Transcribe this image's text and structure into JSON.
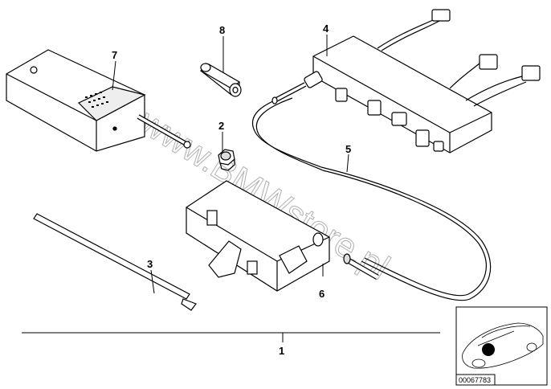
{
  "callouts": {
    "c1": "1",
    "c2": "2",
    "c3": "3",
    "c4": "4",
    "c5": "5",
    "c6": "6",
    "c7": "7",
    "c8": "8"
  },
  "watermark": "www.BMWstore.pl",
  "reference_code": "00067783",
  "colors": {
    "line": "#000000",
    "fill": "#ffffff",
    "shade": "#d8d8d8",
    "watermark": "#b0b0b0"
  }
}
